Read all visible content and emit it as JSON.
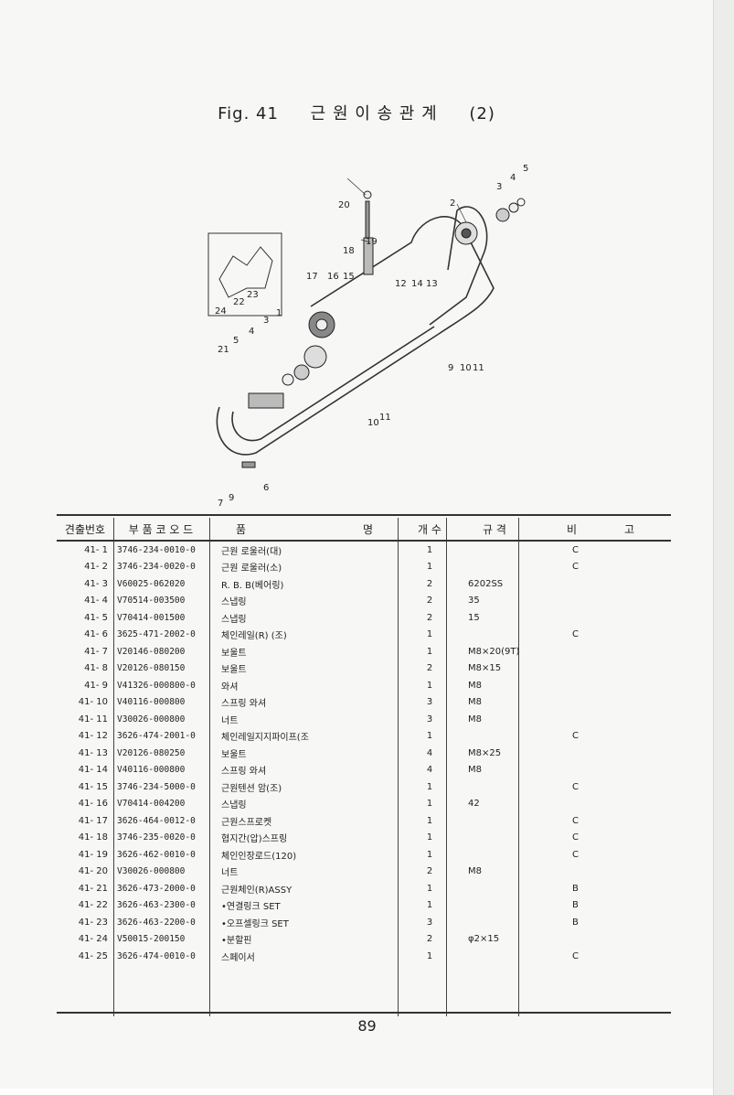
{
  "title": {
    "fig": "Fig. 41",
    "korean": "근 원 이 송 관 계",
    "suffix": "(2)"
  },
  "diagram": {
    "callouts": [
      "1",
      "2",
      "3",
      "4",
      "5",
      "6",
      "7",
      "9",
      "10",
      "11",
      "13",
      "14",
      "12",
      "15",
      "16",
      "17",
      "18",
      "19",
      "20",
      "21",
      "22",
      "23",
      "24",
      "3",
      "4",
      "5",
      "9",
      "10",
      "11"
    ]
  },
  "table": {
    "headers": [
      "견출번호",
      "부 품 코 오 드",
      "품",
      "명",
      "개 수",
      "규    격",
      "비",
      "고"
    ],
    "rows": [
      {
        "no": "41- 1",
        "code": "3746-234-0010-0",
        "name": "근원 로울러(대)",
        "qty": "1",
        "spec": "",
        "note": "C"
      },
      {
        "no": "41- 2",
        "code": "3746-234-0020-0",
        "name": "근원 로울러(소)",
        "qty": "1",
        "spec": "",
        "note": "C"
      },
      {
        "no": "41- 3",
        "code": "V60025-062020",
        "name": "R. B. B(베어링)",
        "qty": "2",
        "spec": "6202SS",
        "note": ""
      },
      {
        "no": "41- 4",
        "code": "V70514-003500",
        "name": "스냅링",
        "qty": "2",
        "spec": "35",
        "note": ""
      },
      {
        "no": "41- 5",
        "code": "V70414-001500",
        "name": "스냅링",
        "qty": "2",
        "spec": "15",
        "note": ""
      },
      {
        "no": "41- 6",
        "code": "3625-471-2002-0",
        "name": "체인레일(R) (조)",
        "qty": "1",
        "spec": "",
        "note": "C"
      },
      {
        "no": "41- 7",
        "code": "V20146-080200",
        "name": "보울트",
        "qty": "1",
        "spec": "M8×20(9T)",
        "note": ""
      },
      {
        "no": "41- 8",
        "code": "V20126-080150",
        "name": "보울트",
        "qty": "2",
        "spec": "M8×15",
        "note": ""
      },
      {
        "no": "41- 9",
        "code": "V41326-000800-0",
        "name": "와셔",
        "qty": "1",
        "spec": "M8",
        "note": ""
      },
      {
        "no": "41- 10",
        "code": "V40116-000800",
        "name": "스프링 와셔",
        "qty": "3",
        "spec": "M8",
        "note": ""
      },
      {
        "no": "41- 11",
        "code": "V30026-000800",
        "name": "너트",
        "qty": "3",
        "spec": "M8",
        "note": ""
      },
      {
        "no": "41- 12",
        "code": "3626-474-2001-0",
        "name": "체인레일지지파이프(조",
        "qty": "1",
        "spec": "",
        "note": "C"
      },
      {
        "no": "41- 13",
        "code": "V20126-080250",
        "name": "보울트",
        "qty": "4",
        "spec": "M8×25",
        "note": ""
      },
      {
        "no": "41- 14",
        "code": "V40116-000800",
        "name": "스프링 와셔",
        "qty": "4",
        "spec": "M8",
        "note": ""
      },
      {
        "no": "41- 15",
        "code": "3746-234-5000-0",
        "name": "근원텐션 암(조)",
        "qty": "1",
        "spec": "",
        "note": "C"
      },
      {
        "no": "41- 16",
        "code": "V70414-004200",
        "name": "스냅링",
        "qty": "1",
        "spec": "42",
        "note": ""
      },
      {
        "no": "41- 17",
        "code": "3626-464-0012-0",
        "name": "근원스프로켓",
        "qty": "1",
        "spec": "",
        "note": "C"
      },
      {
        "no": "41- 18",
        "code": "3746-235-0020-0",
        "name": "협지간(압)스프링",
        "qty": "1",
        "spec": "",
        "note": "C"
      },
      {
        "no": "41- 19",
        "code": "3626-462-0010-0",
        "name": "체인인장로드(120)",
        "qty": "1",
        "spec": "",
        "note": "C"
      },
      {
        "no": "41- 20",
        "code": "V30026-000800",
        "name": "너트",
        "qty": "2",
        "spec": "M8",
        "note": ""
      },
      {
        "no": "41- 21",
        "code": "3626-473-2000-0",
        "name": "근원체인(R)ASSY",
        "qty": "1",
        "spec": "",
        "note": "B"
      },
      {
        "no": "41- 22",
        "code": "3626-463-2300-0",
        "name": "•연결링크 SET",
        "qty": "1",
        "spec": "",
        "note": "B"
      },
      {
        "no": "41- 23",
        "code": "3626-463-2200-0",
        "name": "•오프셀링크 SET",
        "qty": "3",
        "spec": "",
        "note": "B"
      },
      {
        "no": "41- 24",
        "code": "V50015-200150",
        "name": "•분할핀",
        "qty": "2",
        "spec": "φ2×15",
        "note": ""
      },
      {
        "no": "41- 25",
        "code": "3626-474-0010-0",
        "name": "스페이서",
        "qty": "1",
        "spec": "",
        "note": "C"
      }
    ]
  },
  "page_number": "89"
}
